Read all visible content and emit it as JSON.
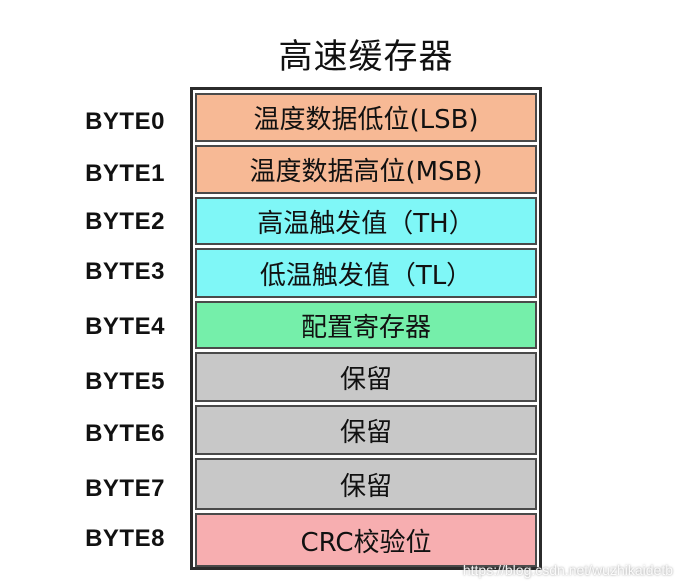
{
  "diagram": {
    "title": "高速缓存器",
    "rows": [
      {
        "byte_label": "BYTE0",
        "content": "温度数据低位(LSB)",
        "color": "#f7b995"
      },
      {
        "byte_label": "BYTE1",
        "content": "温度数据高位(MSB)",
        "color": "#f7b995"
      },
      {
        "byte_label": "BYTE2",
        "content": "高温触发值（TH）",
        "color": "#7ff7f7"
      },
      {
        "byte_label": "BYTE3",
        "content": "低温触发值（TL）",
        "color": "#7ff7f7"
      },
      {
        "byte_label": "BYTE4",
        "content": "配置寄存器",
        "color": "#75efaa"
      },
      {
        "byte_label": "BYTE5",
        "content": "保留",
        "color": "#c8c8c8"
      },
      {
        "byte_label": "BYTE6",
        "content": "保留",
        "color": "#c8c8c8"
      },
      {
        "byte_label": "BYTE7",
        "content": "保留",
        "color": "#c8c8c8"
      },
      {
        "byte_label": "BYTE8",
        "content": "CRC校验位",
        "color": "#f7aeb0"
      }
    ]
  },
  "watermark": "https://blog.csdn.net/wuzhikaidetb"
}
